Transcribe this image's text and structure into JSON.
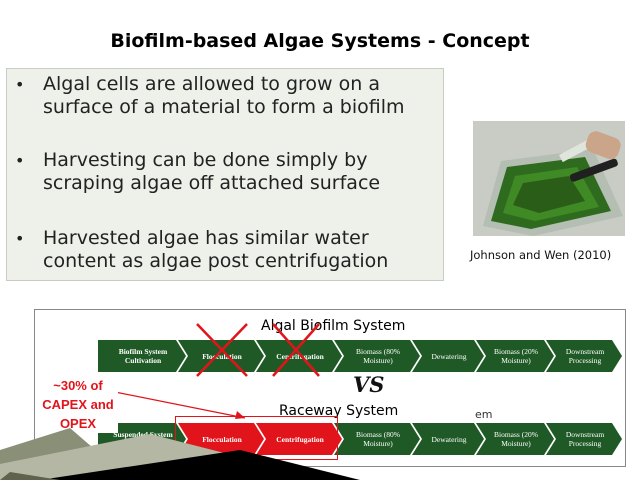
{
  "slide": {
    "title": "Biofilm-based Algae Systems - Concept",
    "bullets": [
      "Algal cells are allowed to grow on a surface of a material to form a biofilm",
      "Harvesting can be done simply by scraping algae off attached surface",
      "Harvested algae has similar water content as algae post centrifugation"
    ],
    "bullet_symbol": "•",
    "photo_credit": "Johnson and Wen (2010)"
  },
  "diagram": {
    "biofilm_title": "Algal Biofilm System",
    "raceway_title": "Raceway System",
    "vs_label": "VS",
    "partial_text": "em",
    "biofilm_steps": [
      "Biofilm System Cultivation",
      "Flocculation",
      "Centrifugation",
      "Biomass (80% Moisture)",
      "Dewatering",
      "Biomass (20% Moisture)",
      "Downstream Processing"
    ],
    "raceway_steps": [
      "Suspended System Cultivation",
      "Flocculation",
      "Centrifugation",
      "Biomass (80% Moisture)",
      "Dewatering",
      "Biomass (20% Moisture)",
      "Downstream Processing"
    ],
    "note": "~30% of CAPEX and OPEX",
    "colors": {
      "green": "#1f5a26",
      "red": "#e2141b"
    }
  }
}
